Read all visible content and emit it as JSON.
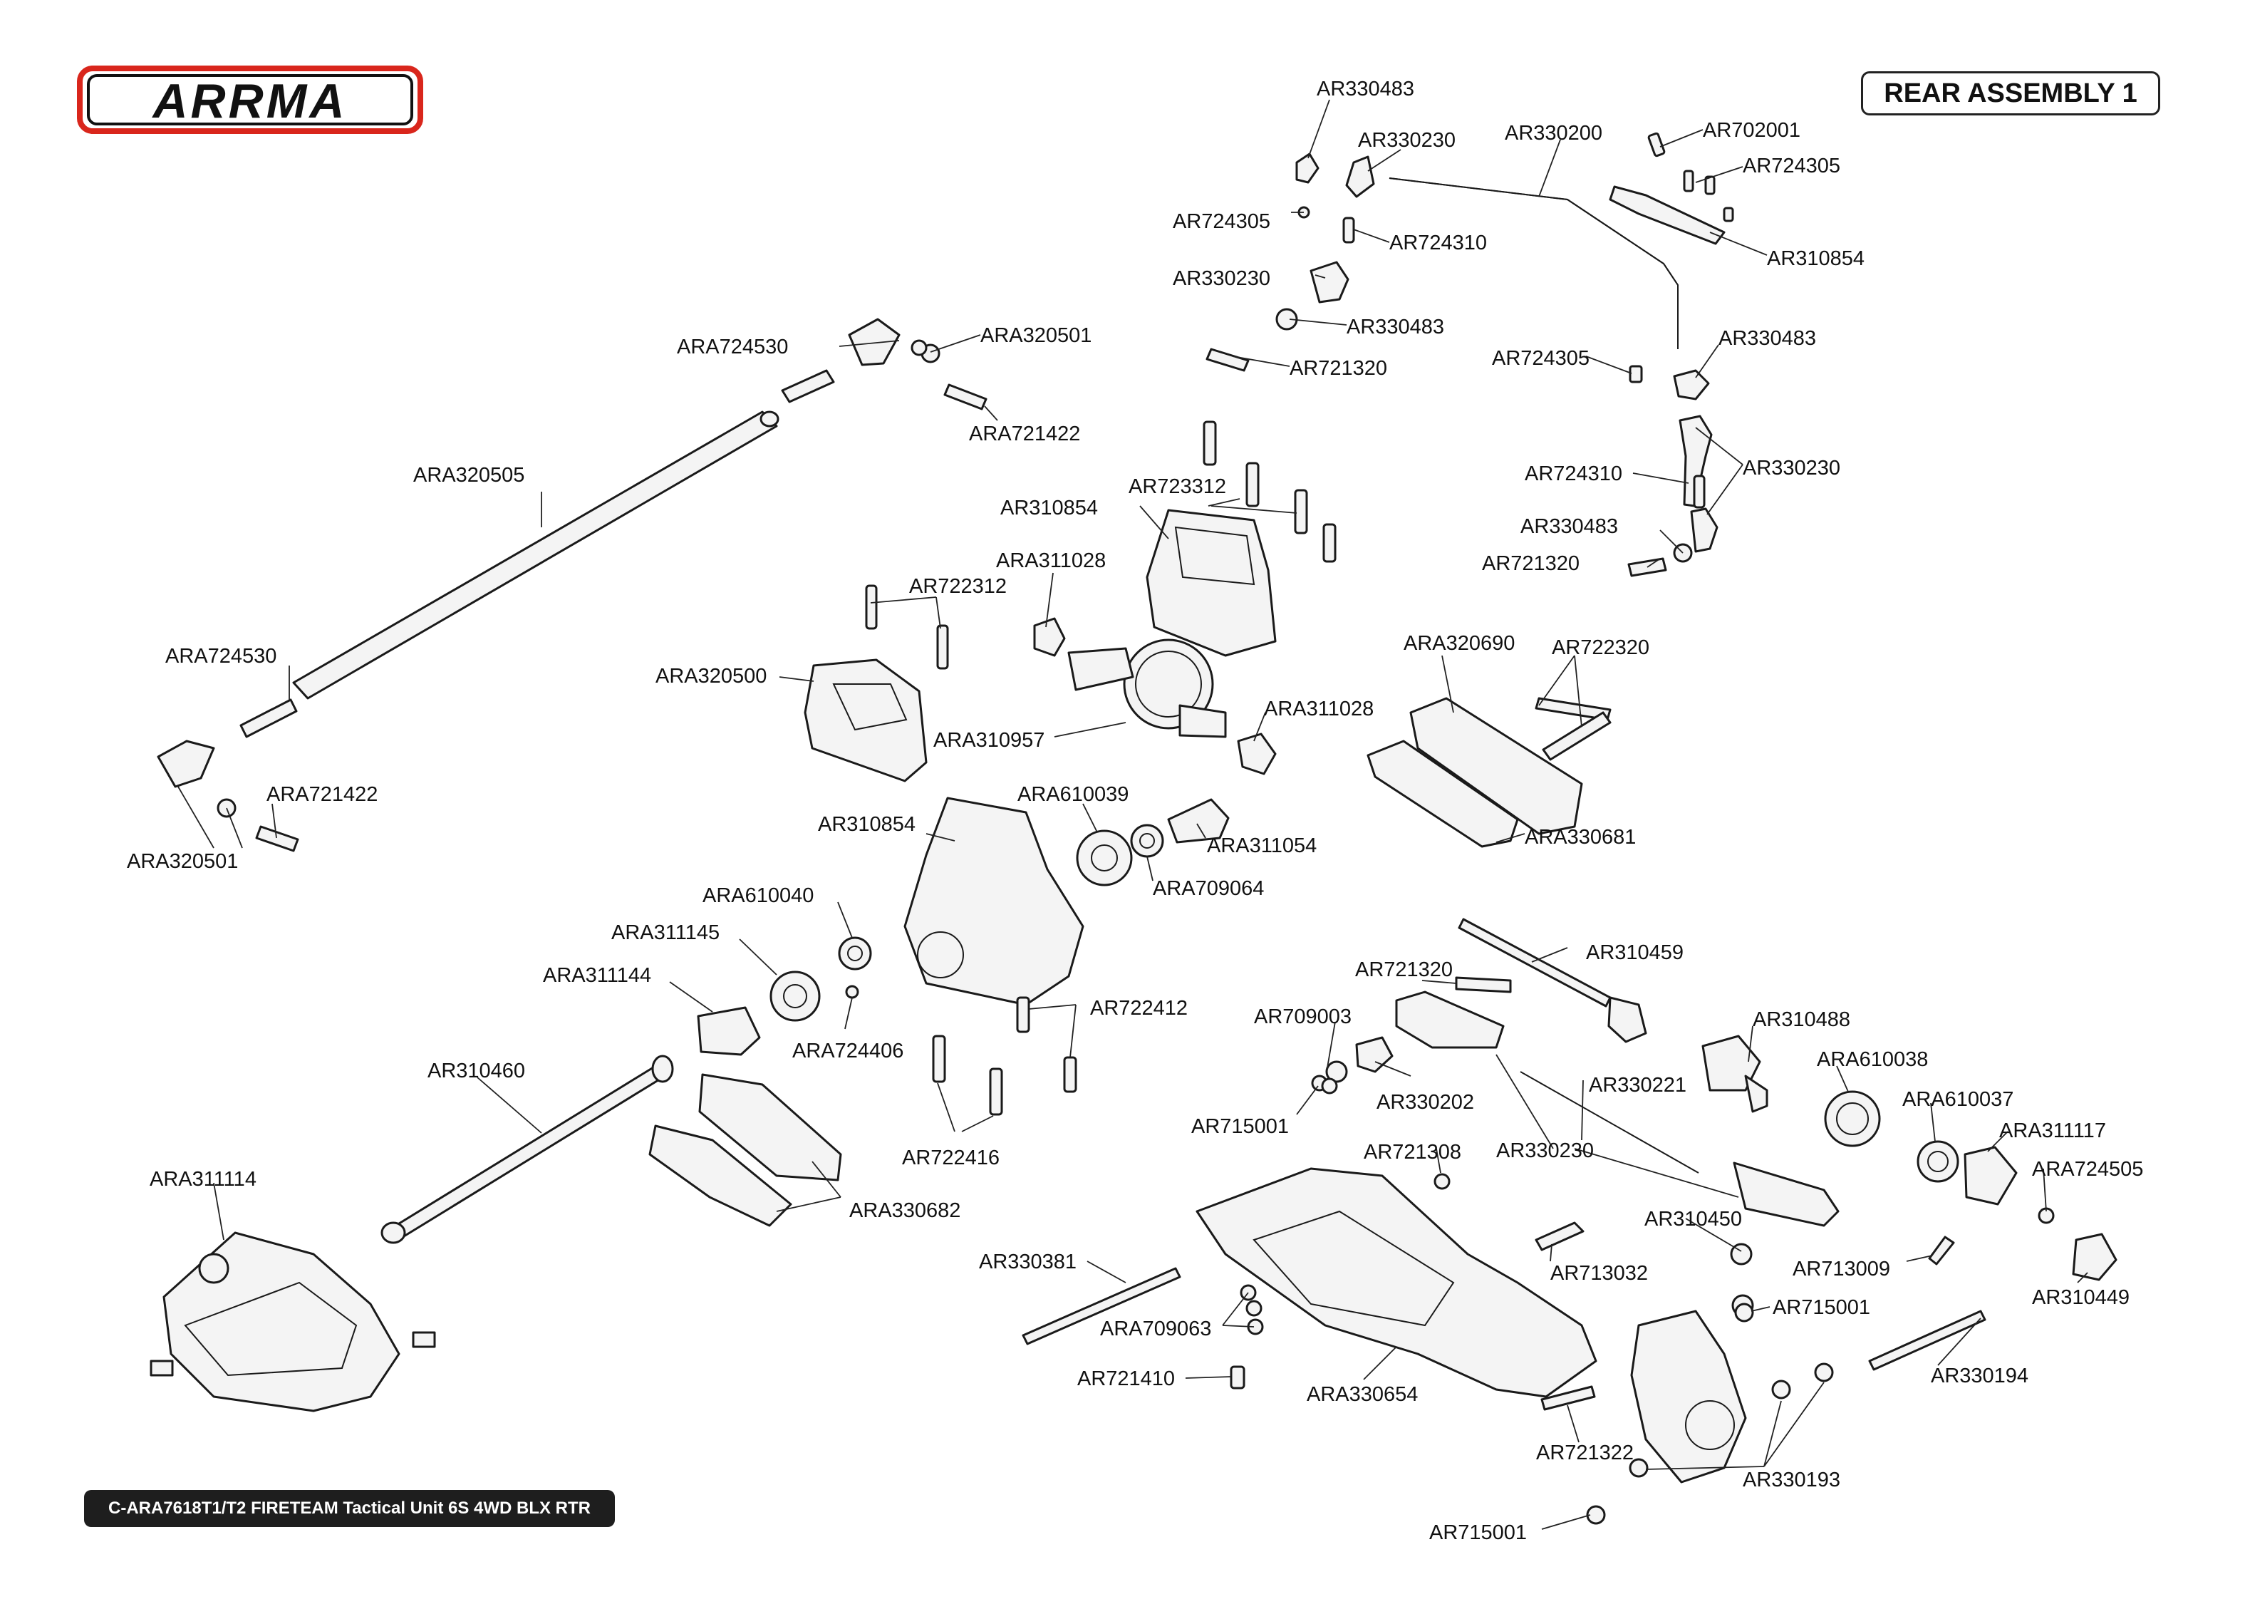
{
  "brand": {
    "logo_text": "ARRMA",
    "logo_color": "#d9261c"
  },
  "title": "REAR ASSEMBLY 1",
  "model": "C-ARA7618T1/T2 FIRETEAM Tactical Unit 6S 4WD BLX RTR",
  "labels": [
    "AR330483",
    "AR330230",
    "AR330200",
    "AR702001",
    "AR724305",
    "AR724305",
    "AR724310",
    "AR310854",
    "AR330230",
    "AR330483",
    "AR721320",
    "AR724305",
    "AR330483",
    "ARA724530",
    "ARA320501",
    "ARA721422",
    "ARA320505",
    "AR724310",
    "AR330230",
    "AR723312",
    "AR310854",
    "AR330483",
    "AR721320",
    "ARA311028",
    "AR722312",
    "ARA724530",
    "ARA320500",
    "ARA310957",
    "ARA320690",
    "AR722320",
    "ARA311028",
    "ARA721422",
    "ARA320501",
    "ARA610039",
    "AR310854",
    "ARA311054",
    "ARA330681",
    "ARA709064",
    "ARA610040",
    "AR310459",
    "ARA311145",
    "AR721320",
    "ARA311144",
    "AR722412",
    "AR709003",
    "AR310488",
    "ARA724406",
    "AR310460",
    "AR330221",
    "ARA610038",
    "AR330202",
    "ARA610037",
    "AR715001",
    "ARA311117",
    "AR721308",
    "AR330230",
    "AR722416",
    "ARA311114",
    "ARA724505",
    "ARA330682",
    "AR310450",
    "AR713032",
    "AR713009",
    "AR330381",
    "AR310449",
    "AR715001",
    "ARA709063",
    "AR330194",
    "AR721410",
    "ARA330654",
    "AR721322",
    "AR330193",
    "AR715001"
  ]
}
